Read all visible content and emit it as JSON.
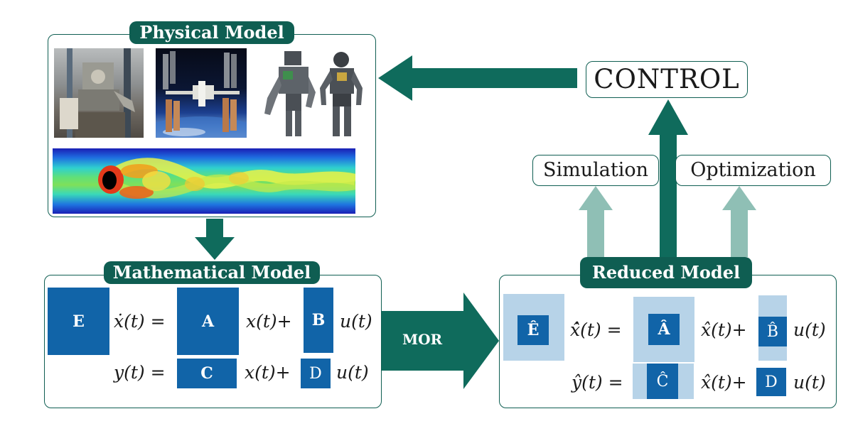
{
  "colors": {
    "teal": "#0f5e52",
    "arrow_teal": "#0f6b5c",
    "light_arrow": "#8fbfb5",
    "matrix_blue": "#1164a8",
    "matrix_light": "#b7d3e8"
  },
  "physical_model": {
    "title": "Physical Model",
    "images": [
      "lab-robot-photo",
      "space-station-photo",
      "humanoid-robots-photo",
      "fluid-flow-simulation"
    ]
  },
  "control": {
    "label": "CONTROL"
  },
  "simulation": {
    "label": "Simulation"
  },
  "optimization": {
    "label": "Optimization"
  },
  "mor": {
    "label": "MOR"
  },
  "mathematical_model": {
    "title": "Mathematical Model",
    "E": "E",
    "A": "A",
    "B": "B",
    "C": "C",
    "D": "D",
    "eq1_lhs": "ẋ(t) =",
    "eq1_mid": "x(t)+",
    "eq1_rhs": "u(t)",
    "eq2_lhs": "y(t) =",
    "eq2_mid": "x(t)+",
    "eq2_rhs": "u(t)"
  },
  "reduced_model": {
    "title": "Reduced Model",
    "E": "Ê",
    "A": "Â",
    "B": "B̂",
    "C": "Ĉ",
    "D": "D",
    "eq1_lhs": "x̂̇(t) =",
    "eq1_mid": "x̂(t)+",
    "eq1_rhs": "u(t)",
    "eq2_lhs": "ŷ(t) =",
    "eq2_mid": "x̂(t)+",
    "eq2_rhs": "u(t)"
  }
}
